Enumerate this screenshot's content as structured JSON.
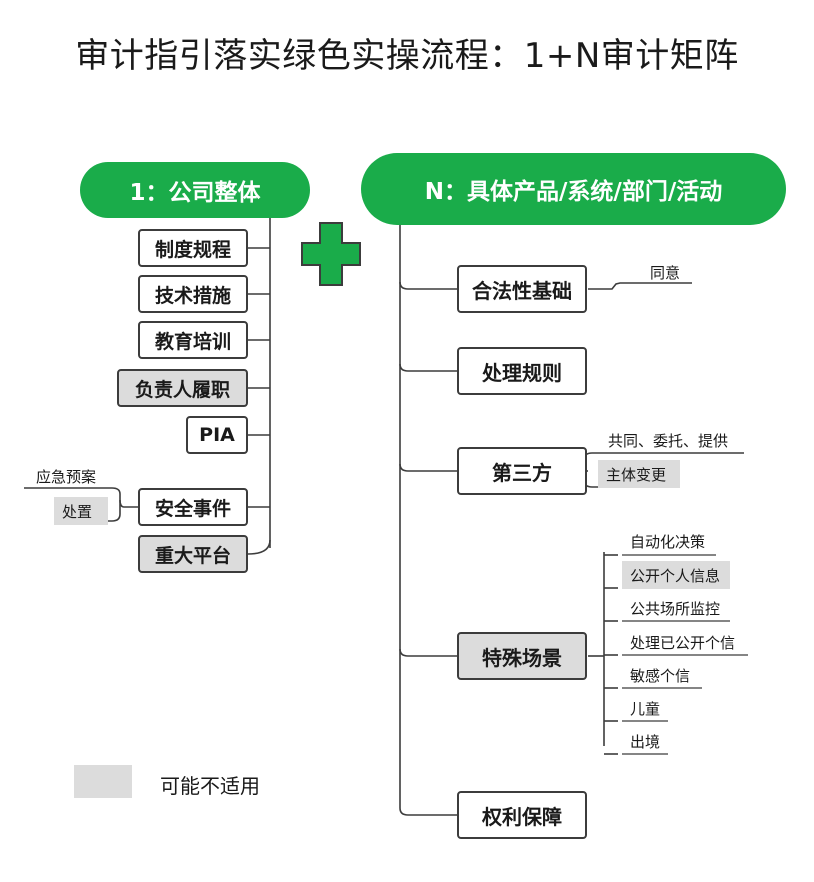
{
  "title": "审计指引落实绿色实操流程：1+N审计矩阵",
  "left_header": "1：公司整体",
  "right_header": "N：具体产品/系统/部门/活动",
  "left_items": [
    "制度规程",
    "技术措施",
    "教育培训",
    "负责人履职",
    "PIA",
    "安全事件",
    "重大平台"
  ],
  "left_sub": [
    "应急预案",
    "处置"
  ],
  "right_items": [
    "合法性基础",
    "处理规则",
    "第三方",
    "特殊场景",
    "权利保障"
  ],
  "legal_basis_sub": [
    "同意"
  ],
  "third_party_sub": [
    "共同、委托、提供",
    "主体变更"
  ],
  "special_sub": [
    "自动化决策",
    "公开个人信息",
    "公共场所监控",
    "处理已公开个信",
    "敏感个信",
    "儿童",
    "出境"
  ],
  "legend": {
    "label": "可能不适用",
    "swatch_color": "#dcdcdc"
  },
  "colors": {
    "green": "#1aac4a",
    "line": "#3c3c3c",
    "gray": "#dcdcdc"
  }
}
